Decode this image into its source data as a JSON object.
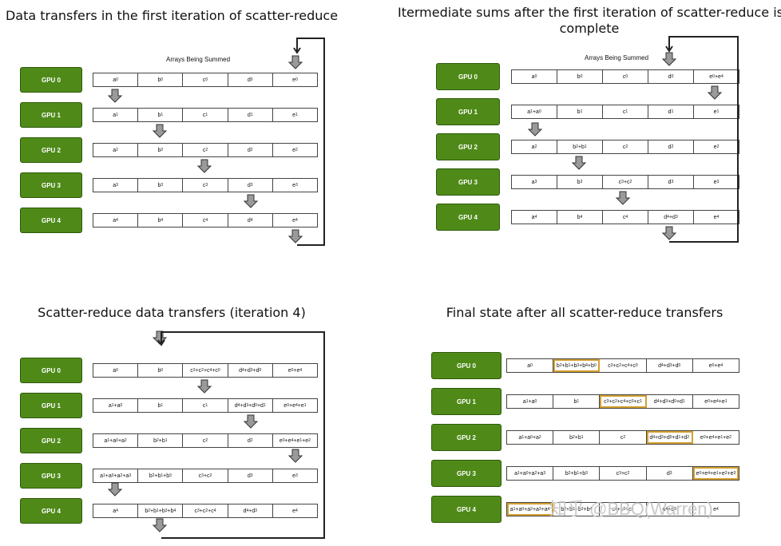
{
  "panels": [
    {
      "title": "Data transfers in the first iteration of scatter-reduce",
      "subtitle": "Arrays Being Summed",
      "gpus": [
        "GPU 0",
        "GPU 1",
        "GPU 2",
        "GPU 3",
        "GPU 4"
      ],
      "rows": [
        [
          "a0",
          "b0",
          "c0",
          "d0",
          "e0"
        ],
        [
          "a1",
          "b1",
          "c1",
          "d1",
          "e1"
        ],
        [
          "a2",
          "b2",
          "c2",
          "d2",
          "e2"
        ],
        [
          "a3",
          "b3",
          "c3",
          "d3",
          "e3"
        ],
        [
          "a4",
          "b4",
          "c4",
          "d4",
          "e4"
        ]
      ],
      "highlights": []
    },
    {
      "title": "Itermediate sums after the first iteration of scatter-reduce is\ncomplete",
      "subtitle": "Arrays Being Summed",
      "gpus": [
        "GPU 0",
        "GPU 1",
        "GPU 2",
        "GPU 3",
        "GPU 4"
      ],
      "rows": [
        [
          "a0",
          "b0",
          "c0",
          "d0",
          "e0+e4"
        ],
        [
          "a1+a0",
          "b1",
          "c1",
          "d1",
          "e1"
        ],
        [
          "a2",
          "b2+b1",
          "c2",
          "d2",
          "e2"
        ],
        [
          "a3",
          "b3",
          "c3+c2",
          "d3",
          "e3"
        ],
        [
          "a4",
          "b4",
          "c4",
          "d4+d3",
          "e4"
        ]
      ],
      "highlights": []
    },
    {
      "title": "Scatter-reduce data transfers (iteration 4)",
      "subtitle": "",
      "gpus": [
        "GPU 0",
        "GPU 1",
        "GPU 2",
        "GPU 3",
        "GPU 4"
      ],
      "rows": [
        [
          "a0",
          "b0",
          "c3+c2+c4+c0",
          "d4+d3+d0",
          "e0+e4"
        ],
        [
          "a1+a0",
          "b1",
          "c1",
          "d4+d3+d0+d1",
          "e0+e4+e1"
        ],
        [
          "a1+a0+a2",
          "b2+b1",
          "c2",
          "d2",
          "e0+e4+e1+e2"
        ],
        [
          "a1+a0+a2+a3",
          "b2+b1+b3",
          "c3+c2",
          "d3",
          "e3"
        ],
        [
          "a4",
          "b2+b1+b3+b4",
          "c3+c2+c4",
          "d4+d3",
          "e4"
        ]
      ],
      "highlights": []
    },
    {
      "title": "Final state after all scatter-reduce transfers",
      "subtitle": "",
      "gpus": [
        "GPU 0",
        "GPU 1",
        "GPU 2",
        "GPU 3",
        "GPU 4"
      ],
      "rows": [
        [
          "a0",
          "b2+b1+b3+b4+b0",
          "c3+c2+c4+c0",
          "d4+d3+d0",
          "e0+e4"
        ],
        [
          "a1+a0",
          "b1",
          "c3+c2+c4+c0+c1",
          "d4+d3+d0+d1",
          "e0+e4+e1"
        ],
        [
          "a1+a0+a2",
          "b2+b1",
          "c2",
          "d4+d3+d0+d1+d2",
          "e0+e4+e1+e2"
        ],
        [
          "a1+a0+a2+a3",
          "b2+b1+b3",
          "c3+c2",
          "d3",
          "e0+e4+e1+e2+e3"
        ],
        [
          "a1+a0+a2+a3+a4",
          "b2+b1+b3+b4",
          "c3+c2+c4",
          "d4+d3",
          "e4"
        ]
      ],
      "highlights": [
        [
          0,
          1
        ],
        [
          1,
          2
        ],
        [
          2,
          3
        ],
        [
          3,
          4
        ],
        [
          4,
          0
        ]
      ]
    }
  ],
  "watermark": "知乎 @BBQ(Warren)",
  "colors": {
    "gpu_green": "#4f8a19",
    "highlight": "#d4a030"
  }
}
